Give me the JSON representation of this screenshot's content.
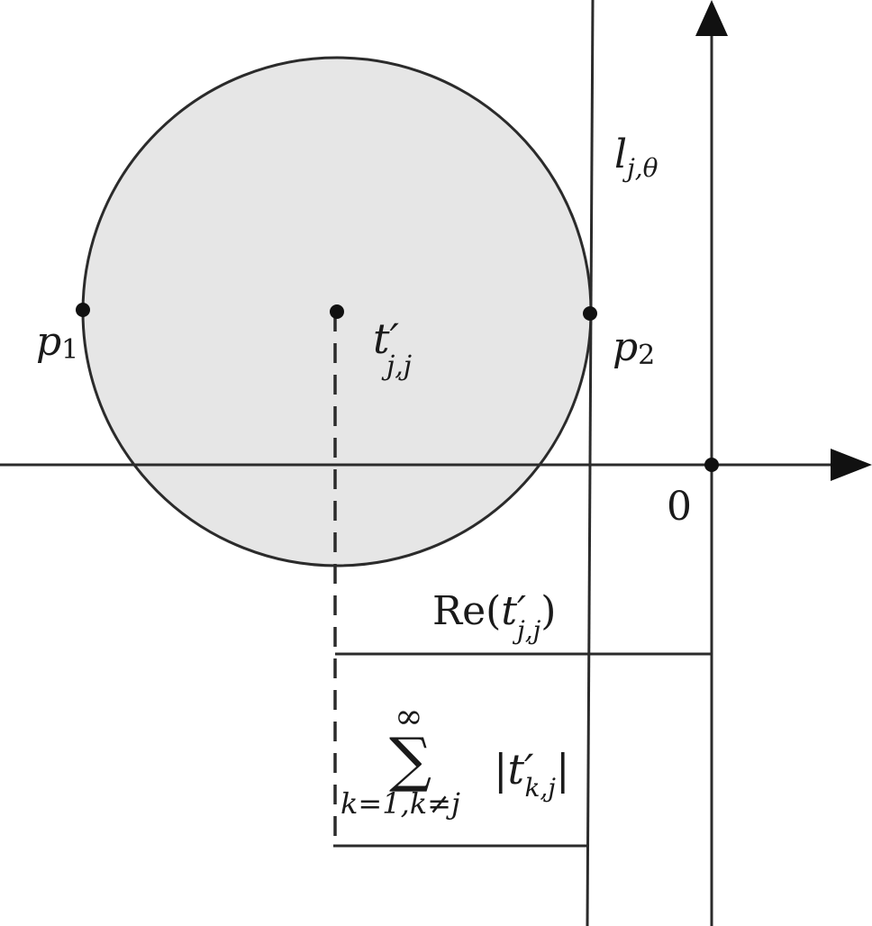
{
  "diagram": {
    "labels": {
      "p1": {
        "main": "p",
        "sub": "1"
      },
      "p2": {
        "main": "p",
        "sub": "2"
      },
      "center": {
        "main": "t′",
        "sub": "j,j"
      },
      "line": {
        "main": "l",
        "sub": "j,θ"
      },
      "origin": "0",
      "re": {
        "prefix": "Re(",
        "main": "t′",
        "sub": "j,j",
        "suffix": ")"
      },
      "sum": {
        "symbol": "∑",
        "upper": "∞",
        "lower": "k=1,k≠j",
        "bar_open": "|",
        "main": "t′",
        "sub": "k,j",
        "bar_close": "|"
      }
    },
    "colors": {
      "disc_fill": "#e6e6e6",
      "stroke": "#2b2b2b",
      "text": "#1a1a1a"
    }
  }
}
